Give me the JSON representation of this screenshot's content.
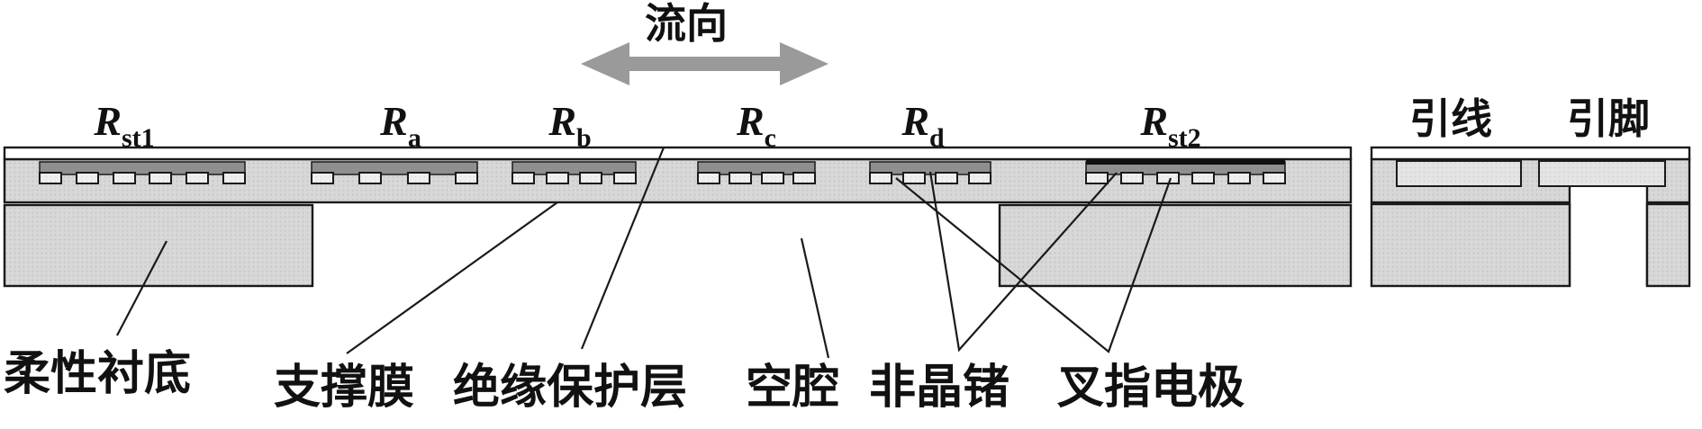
{
  "flow_label": "流向",
  "resistors": [
    {
      "symbol": "R",
      "subscript": "st1"
    },
    {
      "symbol": "R",
      "subscript": "a"
    },
    {
      "symbol": "R",
      "subscript": "b"
    },
    {
      "symbol": "R",
      "subscript": "c"
    },
    {
      "symbol": "R",
      "subscript": "d"
    },
    {
      "symbol": "R",
      "subscript": "st2"
    }
  ],
  "package_labels": {
    "lead_wire": "引线",
    "pin": "引脚"
  },
  "part_labels": {
    "flexible_substrate": "柔性衬底",
    "support_membrane": "支撑膜",
    "insulating_protective_layer": "绝缘保护层",
    "cavity": "空腔",
    "amorphous_germanium": "非晶锗",
    "interdigitated_electrodes": "叉指电极"
  },
  "icons": {
    "flow_arrow": "double-headed-horizontal-arrow"
  },
  "colors": {
    "background": "#ffffff",
    "outline": "#1a1a1a",
    "arrow_gray": "#9a9a9a",
    "germanium": "#8f8f8f",
    "germanium_cap": "#111111",
    "membrane_gray": "#d8d8d8",
    "substrate_gray": "#d4d4d4",
    "electrode_light": "#efefef",
    "protective_white": "#ffffff",
    "lead_light": "#e6e6e6"
  }
}
